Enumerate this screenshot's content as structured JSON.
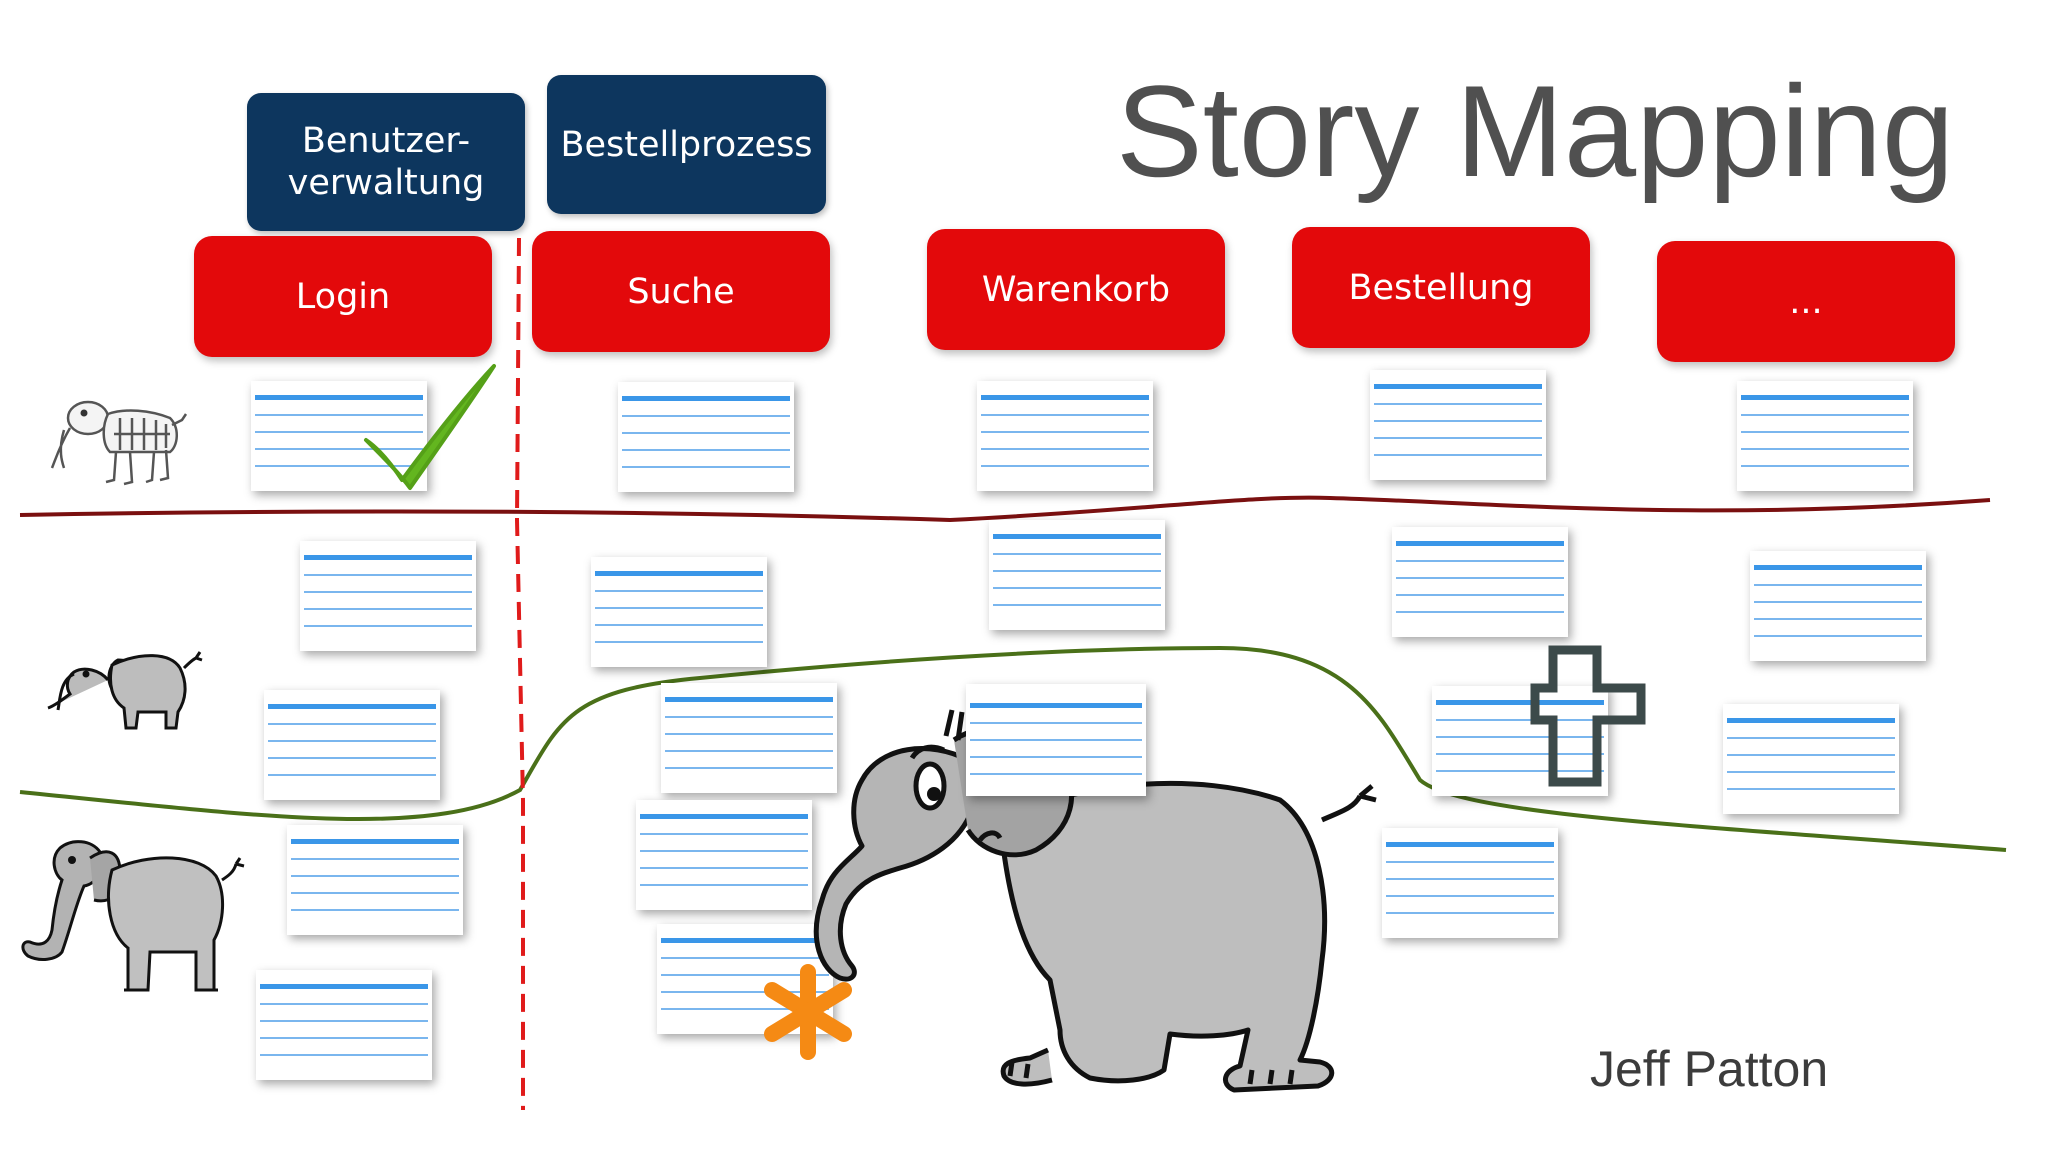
{
  "title": "Story Mapping",
  "author": "Jeff Patton",
  "epics": [
    "Benutzer-\nverwaltung",
    "Bestellprozess"
  ],
  "activities": [
    "Login",
    "Suche",
    "Warenkorb",
    "Bestellung",
    "..."
  ],
  "colors": {
    "epic": "#0d365e",
    "activity": "#e3090b",
    "release_line_1": "#7a1010",
    "release_line_2": "#4a7019",
    "divider": "#e01b1b",
    "card_line": "#3a96e8",
    "check": "#63b61f",
    "asterisk": "#f58a14",
    "cross": "#3c4a4a"
  },
  "icons": [
    "elephant-skeleton-icon",
    "small-elephant-icon",
    "elephant-icon",
    "big-elephant-icon",
    "check-icon",
    "asterisk-icon",
    "cross-icon"
  ]
}
